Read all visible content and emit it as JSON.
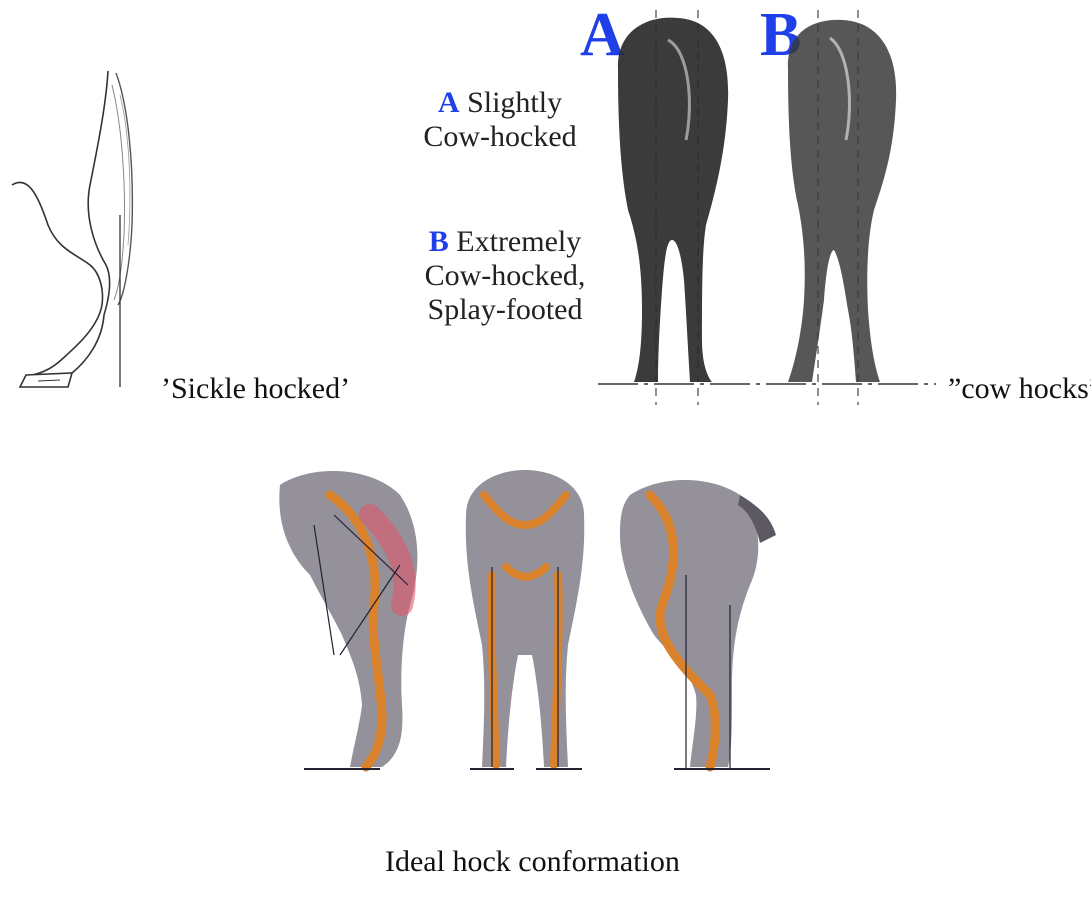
{
  "captions": {
    "sickle": "’Sickle hocked’",
    "cow": "”cow hocks”",
    "ideal": "Ideal hock conformation"
  },
  "cow_figure": {
    "letter_a": "A",
    "letter_b": "B",
    "a_tag": "A",
    "a_line1": "Slightly",
    "a_line2": "Cow-hocked",
    "b_tag": "B",
    "b_line1": "Extremely",
    "b_line2": "Cow-hocked,",
    "b_line3": "Splay-footed"
  },
  "colors": {
    "accent_blue": "#1f3fe8",
    "bone": "#d9822b",
    "horse_grey": "#8a8590",
    "muscle_red": "#e0566b"
  }
}
